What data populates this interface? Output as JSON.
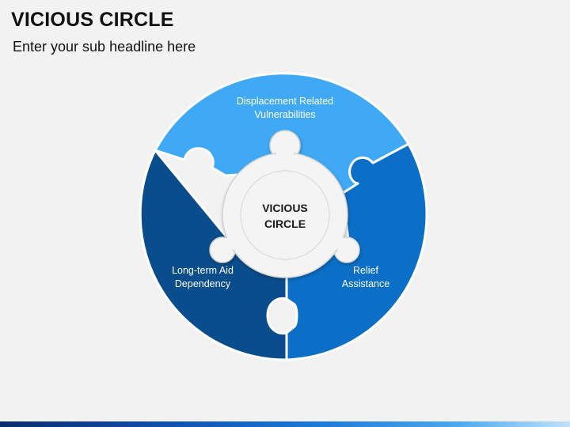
{
  "header": {
    "title": "VICIOUS CIRCLE",
    "subtitle": "Enter your sub headline here"
  },
  "diagram": {
    "center": {
      "line1": "VICIOUS",
      "line2": "CIRCLE"
    },
    "segments": [
      {
        "line1": "Displacement Related",
        "line2": "Vulnerabilities",
        "color": "#3fa9f5"
      },
      {
        "line1": "Long-term Aid",
        "line2": "Dependency",
        "color": "#0a4d8c"
      },
      {
        "line1": "Relief",
        "line2": "Assistance",
        "color": "#0b6fc7"
      }
    ]
  },
  "colors": {
    "background": "#f2f2f2",
    "hub_fill": "#f4f4f4",
    "hub_stroke": "#d2d2d2"
  }
}
